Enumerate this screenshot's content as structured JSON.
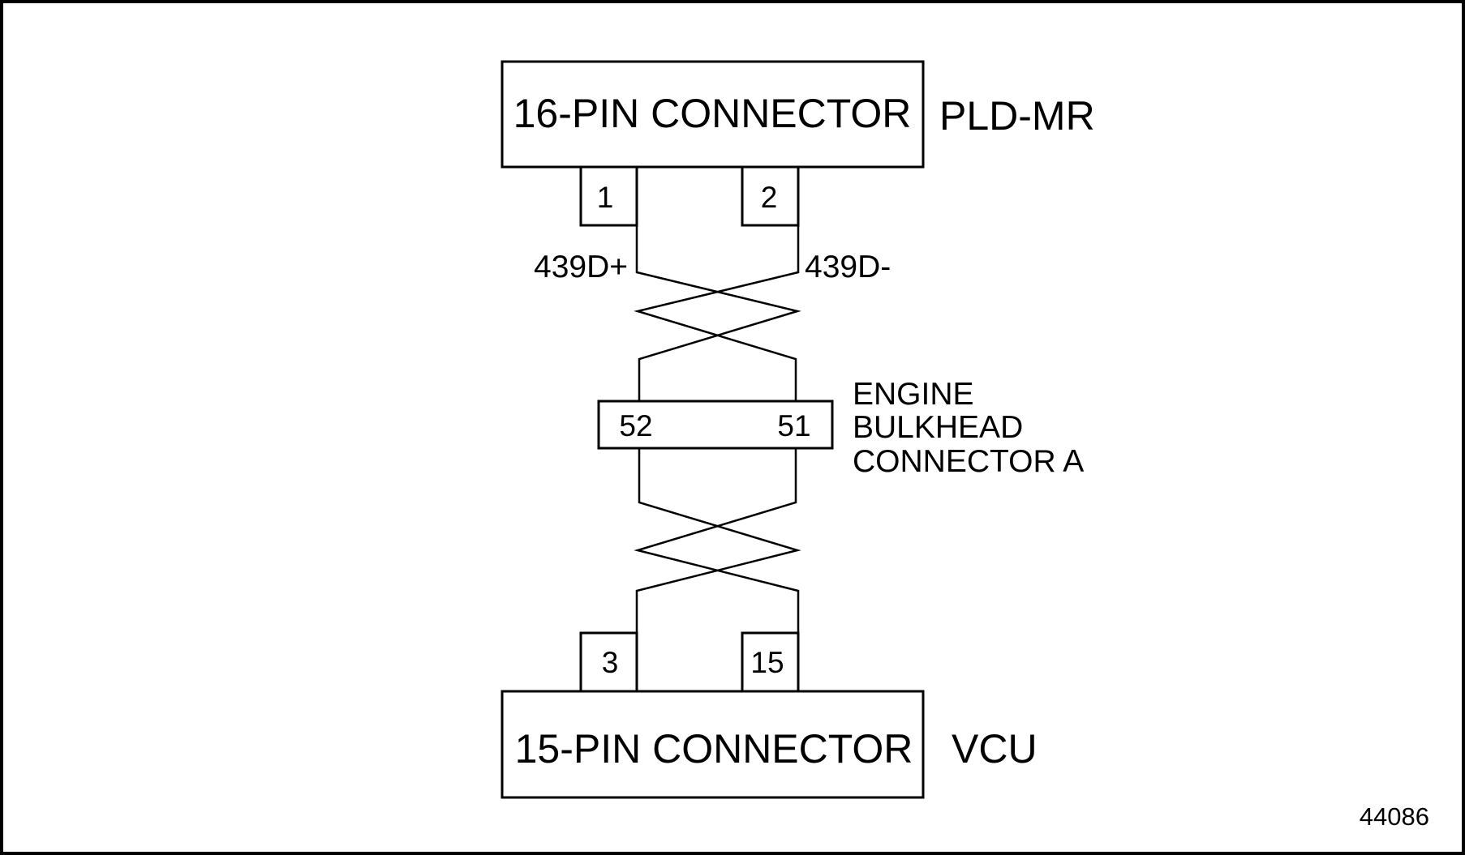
{
  "top_connector": {
    "label": "16-PIN CONNECTOR",
    "module": "PLD-MR",
    "pins": [
      "1",
      "2"
    ]
  },
  "wires": {
    "left": "439D+",
    "right": "439D-"
  },
  "bulkhead": {
    "pins": [
      "52",
      "51"
    ],
    "label_lines": [
      "ENGINE",
      "BULKHEAD",
      "CONNECTOR A"
    ]
  },
  "bottom_connector": {
    "label": "15-PIN CONNECTOR",
    "module": "VCU",
    "pins": [
      "3",
      "15"
    ]
  },
  "figure_number": "44086"
}
